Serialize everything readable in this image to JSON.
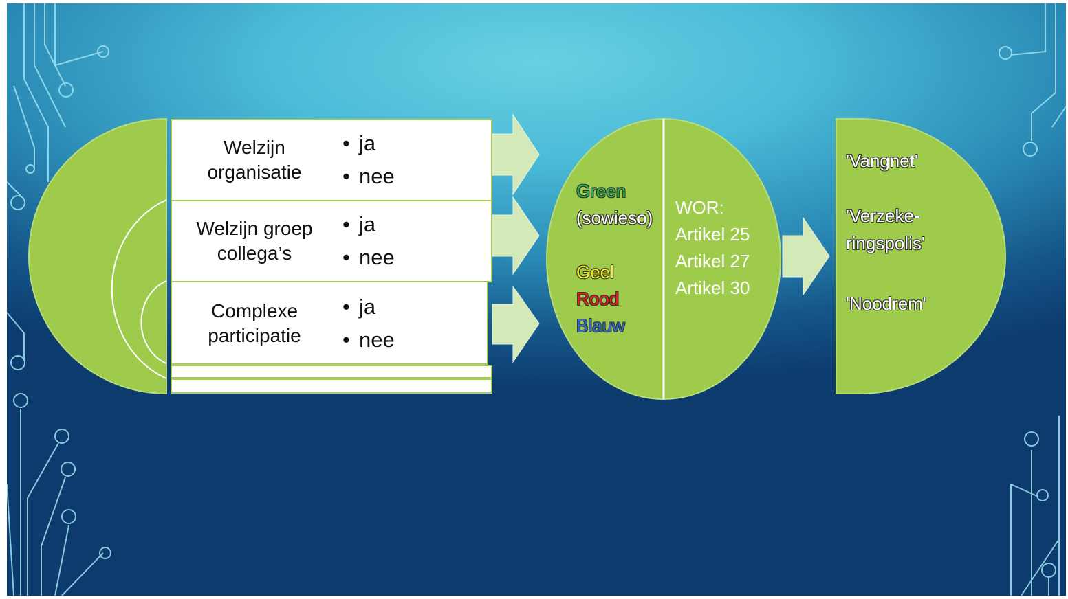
{
  "rows": [
    {
      "label_l1": "Welzijn",
      "label_l2": "organisatie",
      "opt1": "ja",
      "opt2": "nee"
    },
    {
      "label_l1": "Welzijn groep",
      "label_l2": "collega’s",
      "opt1": "ja",
      "opt2": "nee"
    },
    {
      "label_l1": "Complexe",
      "label_l2": "participatie",
      "opt1": "ja",
      "opt2": "nee"
    }
  ],
  "bullet": "•",
  "oval": {
    "left": [
      {
        "text": "Green",
        "color": "#2fb04a"
      },
      {
        "text": "(sowieso)",
        "color": "#ffffff"
      },
      {
        "text": "Geel",
        "color": "#f4ee16"
      },
      {
        "text": "Rood",
        "color": "#e8201c"
      },
      {
        "text": "Blauw",
        "color": "#2a6fcf"
      }
    ],
    "right": [
      "WOR:",
      "Artikel 25",
      "Artikel 27",
      "Artikel 30"
    ]
  },
  "half_circle": [
    "'Vangnet'",
    "'Verzeke-",
    "ringspolis'",
    "'Noodrem'"
  ],
  "colors": {
    "shape_green": "#9fcb4c",
    "arrow_fill": "#d3e9b8",
    "border_green": "#a5cf5a"
  }
}
